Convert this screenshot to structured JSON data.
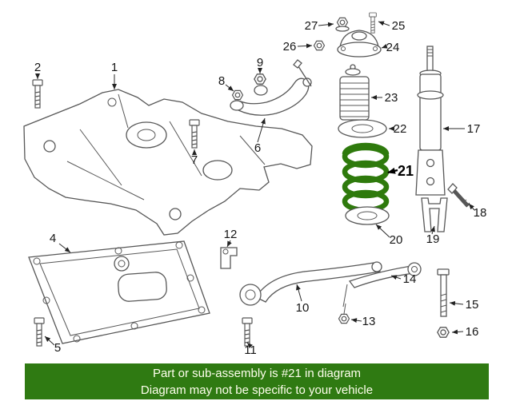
{
  "diagram": {
    "highlight_color": "#2e7a0c",
    "line_color": "#575757",
    "labels": {
      "p1": "1",
      "p2": "2",
      "p4": "4",
      "p5": "5",
      "p6": "6",
      "p7": "7",
      "p8": "8",
      "p9": "9",
      "p10": "10",
      "p11": "11",
      "p12": "12",
      "p13": "13",
      "p14": "14",
      "p15": "15",
      "p16": "16",
      "p17": "17",
      "p18": "18",
      "p19": "19",
      "p20": "20",
      "p21": "21",
      "p22": "22",
      "p23": "23",
      "p24": "24",
      "p25": "25",
      "p26": "26",
      "p27": "27"
    }
  },
  "banner": {
    "line1": "Part or sub-assembly is #21 in diagram",
    "line2": "Diagram may not be specific to your vehicle",
    "bg_color": "#2f7a12",
    "text_color": "#ffffee"
  }
}
